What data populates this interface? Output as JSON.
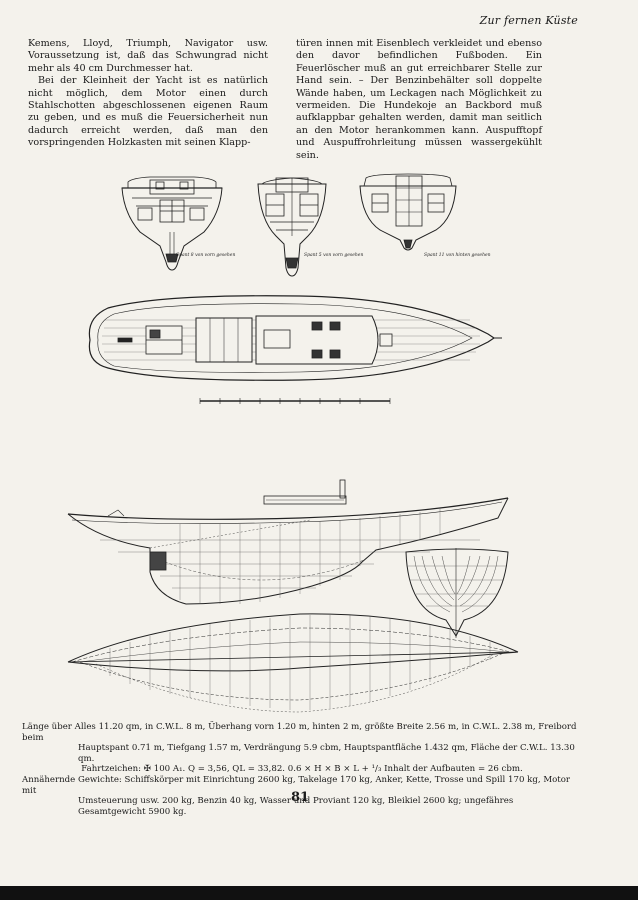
{
  "running_head": "Zur fernen Küste",
  "left_column": [
    "Kemens, Lloyd, Triumph, Navigator usw. Voraussetzung ist, daß das Schwungrad nicht mehr als 40 cm Durchmesser hat.",
    "Bei der Kleinheit der Yacht ist es natürlich nicht möglich, dem Motor einen durch Stahlschotten abgeschlossenen eigenen Raum zu geben, und es muß die Feuersicherheit nun dadurch erreicht werden, daß man den vorspringenden Holzkasten mit seinen Klapp-"
  ],
  "right_column": [
    "türen innen mit Eisenblech verkleidet und ebenso den davor befindlichen Fußboden. Ein Feuerlöscher muß an gut erreichbarer Stelle zur Hand sein. – Der Benzinbehälter soll doppelte Wände haben, um Leckagen nach Möglichkeit zu vermeiden. Die Hundekoje an Backbord muß aufklappbar gehalten werden, damit man seitlich an den Motor herankommen kann. Auspufftopf und Auspuffrohrleitung müssen wassergekühlt sein."
  ],
  "section_labels": {
    "section_1": "Spant 8 von vorn gesehen",
    "section_2": "Spant 5 von vorn gesehen",
    "section_3": "Spant 11 von hinten gesehen"
  },
  "caption": {
    "line1": "Länge über Alles 11.20 qm, in C.W.L. 8 m, Überhang vorn 1.20 m, hinten 2 m, größte Breite 2.56 m, in C.W.L. 2.38 m, Freibord beim",
    "line2": "Hauptspant 0.71 m, Tiefgang 1.57 m, Verdrängung 5.9 cbm, Hauptspantfläche 1.432 qm, Fläche der C.W.L. 13.30 qm.",
    "line3": "Fahrtzeichen: ✠ 100 A₁. Q = 3,56, QL = 33,82. 0.6 × H × B × L + ¹/₃ Inhalt der Aufbauten = 26 cbm.",
    "line4": "Annähernde Gewichte: Schiffskörper mit Einrichtung 2600 kg, Takelage 170 kg, Anker, Kette, Trosse und Spill 170 kg, Motor mit",
    "line5": "Umsteuerung usw. 200 kg, Benzin 40 kg, Wasser und Proviant 120 kg, Bleikiel 2600 kg; ungefähres Gesamtgewicht 5900 kg."
  },
  "page_number": "81"
}
